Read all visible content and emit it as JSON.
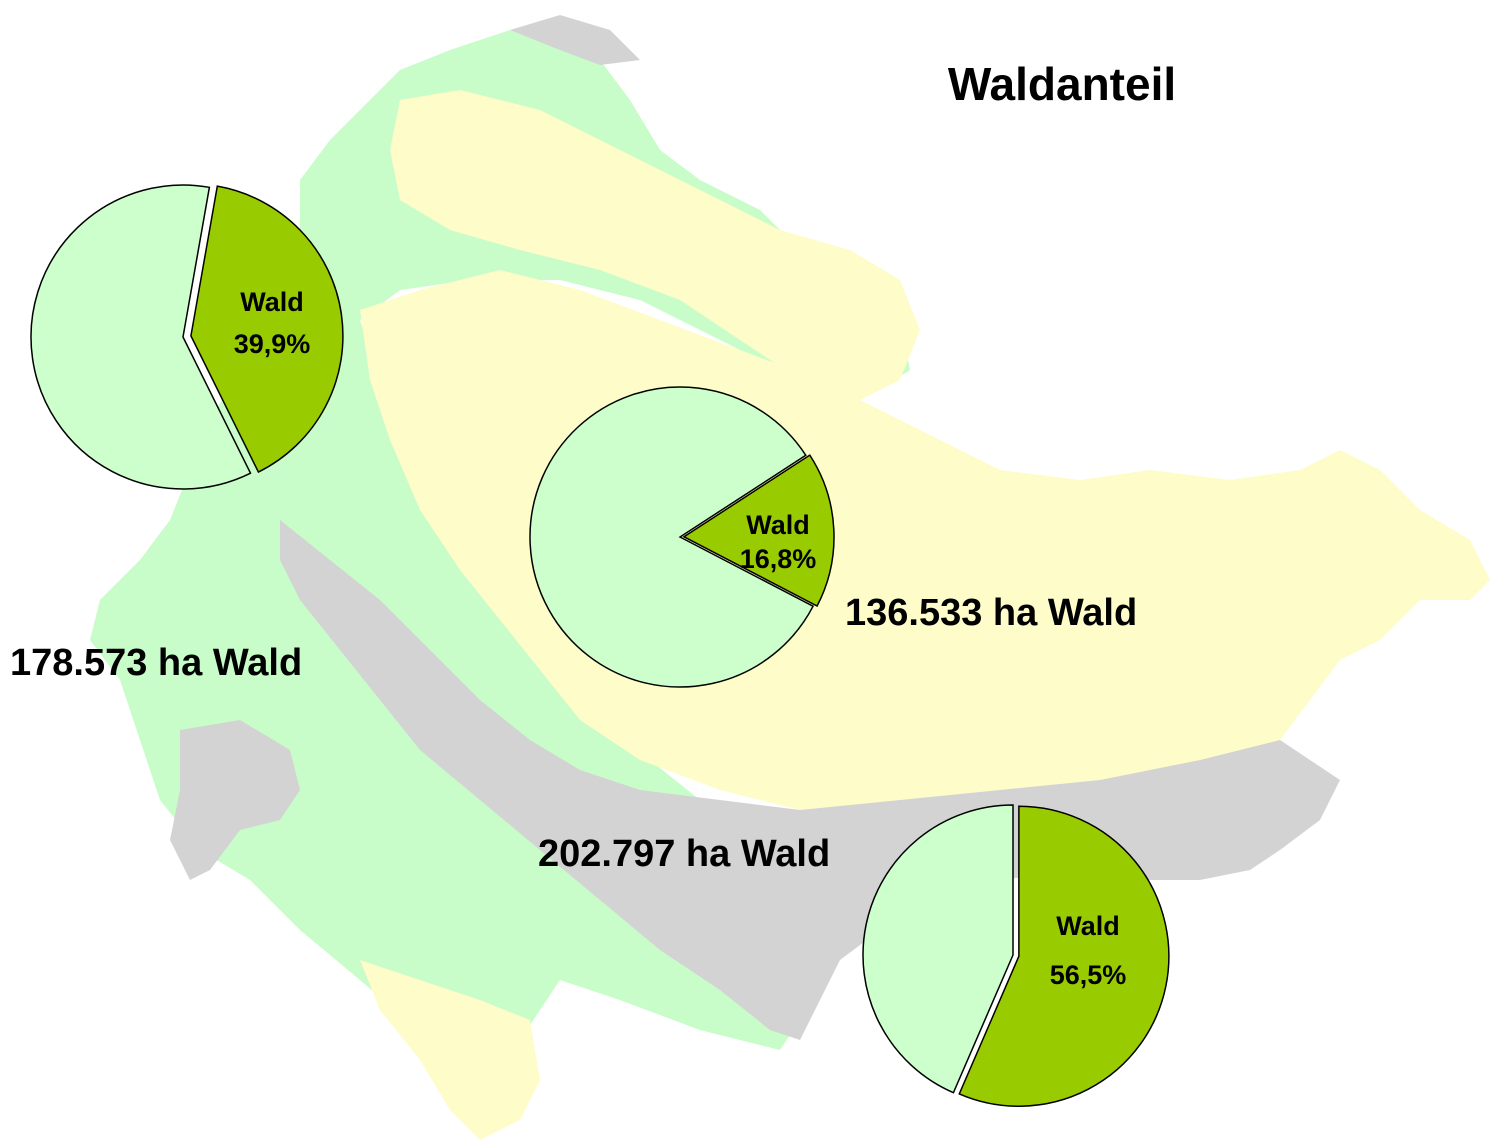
{
  "map": {
    "title": "Waldanteil",
    "colors": {
      "region_west": "#c8fcc8",
      "region_north": "#fefcc8",
      "region_south": "#d3d3d3",
      "forest": "#99cc00",
      "non_forest": "#ccffcc"
    },
    "regions": [
      {
        "name": "west",
        "area_label": "178.573 ha Wald",
        "forest_label": "Wald",
        "forest_percent_label": "39,9%",
        "forest_fraction": 0.399
      },
      {
        "name": "central",
        "area_label": "136.533 ha Wald",
        "forest_label": "Wald",
        "forest_percent_label": "16,8%",
        "forest_fraction": 0.168
      },
      {
        "name": "south",
        "area_label": "202.797 ha Wald",
        "forest_label": "Wald",
        "forest_percent_label": "56,5%",
        "forest_fraction": 0.565
      }
    ]
  }
}
